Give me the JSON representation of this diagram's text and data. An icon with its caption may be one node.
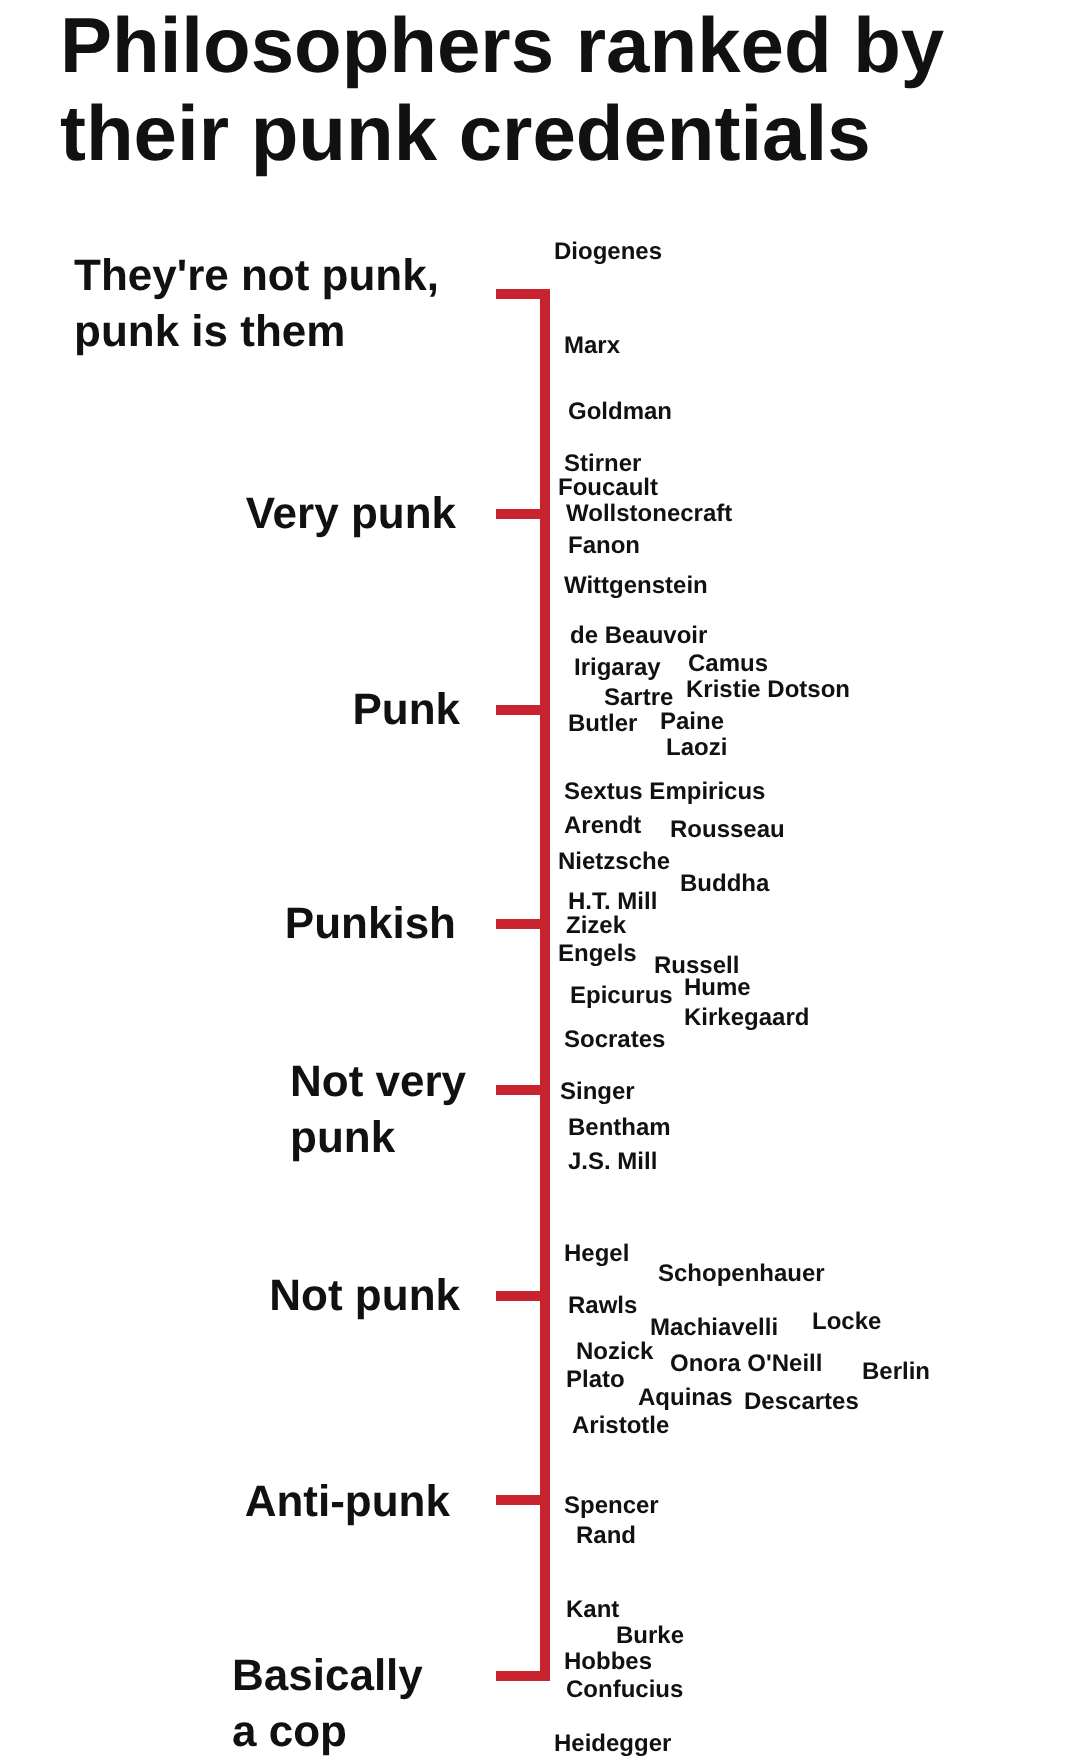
{
  "diagram": {
    "title": "Philosophers ranked by their punk credentials",
    "labels": [
      "Diogenes",
      "They're not punk, punk is them",
      "Marx",
      "Goldman",
      "Stirner",
      "Foucault",
      "Very punk",
      "Wollstonecraft",
      "Fanon",
      "Wittgenstein",
      "de Beauvoir",
      "Irigaray",
      "Camus",
      "Sartre",
      "Kristie Dotson",
      "Punk",
      "Butler",
      "Paine",
      "Laozi",
      "Sextus Empiricus",
      "Arendt",
      "Rousseau",
      "Nietzsche",
      "Buddha",
      "H.T. Mill",
      "Punkish",
      "Zizek",
      "Engels",
      "Russell",
      "Hume",
      "Epicurus",
      "Kirkegaard",
      "Socrates",
      "Not very punk",
      "Singer",
      "Bentham",
      "J.S. Mill",
      "Hegel",
      "Schopenhauer",
      "Not punk",
      "Rawls",
      "Locke",
      "Machiavelli",
      "Nozick",
      "Onora O'Neill",
      "Berlin",
      "Plato",
      "Aquinas",
      "Descartes",
      "Aristotle",
      "Anti-punk",
      "Spencer",
      "Rand",
      "Kant",
      "Burke",
      "Hobbes",
      "Confucius",
      "Basically a cop",
      "Heidegger"
    ]
  }
}
